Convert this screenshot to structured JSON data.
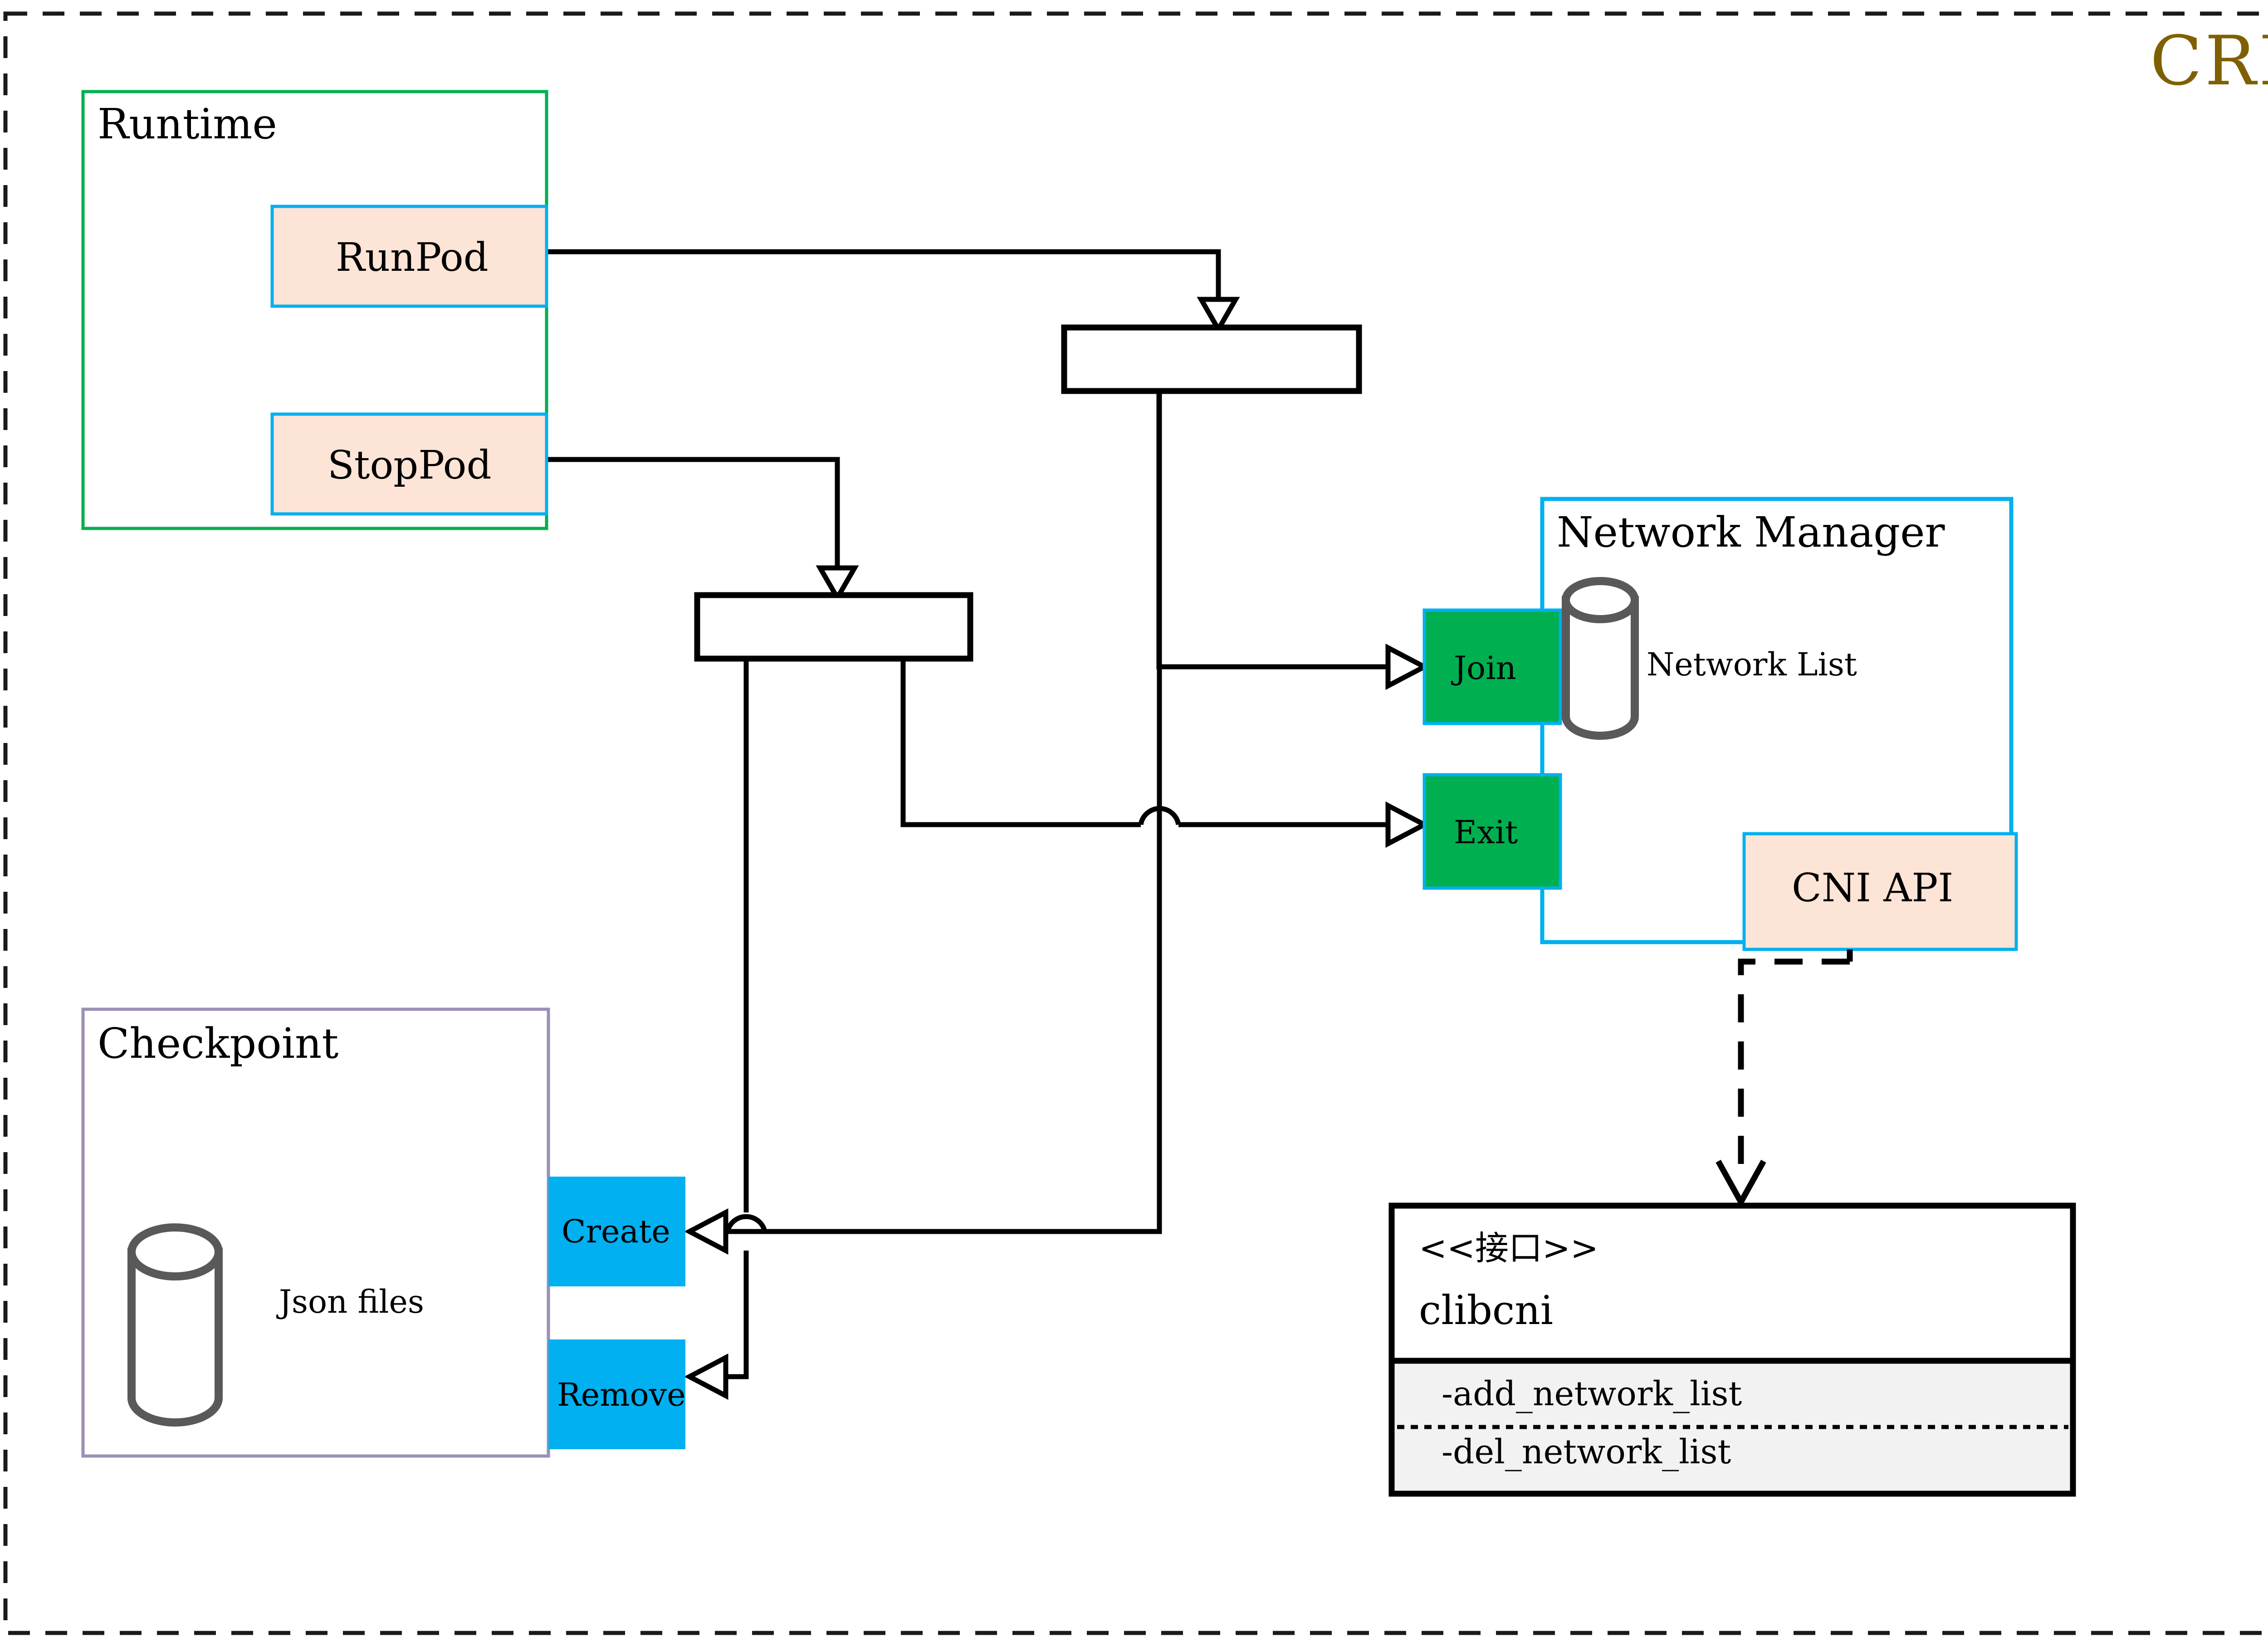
{
  "diagram": {
    "title": "CRI",
    "title_color": "#7f6000",
    "canvas": {
      "border_style": "dashed",
      "border_color": "#000000"
    }
  },
  "groups": [
    {
      "id": "runtime",
      "label": "Runtime",
      "border_color": "#00b050",
      "fill": "#ffffff"
    },
    {
      "id": "checkpoint",
      "label": "Checkpoint",
      "border_color": "#9c8fb5",
      "fill": "#ffffff"
    },
    {
      "id": "network-manager",
      "label": "Network Manager",
      "border_color": "#00b0f0",
      "fill": "#ffffff"
    }
  ],
  "nodes": [
    {
      "id": "runpod",
      "label": "RunPod",
      "fill": "#fce4d6",
      "border_color": "#00b0f0",
      "text_color": "#000000"
    },
    {
      "id": "stoppod",
      "label": "StopPod",
      "fill": "#fce4d6",
      "border_color": "#00b0f0",
      "text_color": "#000000"
    },
    {
      "id": "join",
      "label": "Join",
      "fill": "#00b050",
      "border_color": "#00b0f0",
      "text_color": "#000000"
    },
    {
      "id": "exit",
      "label": "Exit",
      "fill": "#00b050",
      "border_color": "#00b0f0",
      "text_color": "#000000"
    },
    {
      "id": "create",
      "label": "Create",
      "fill": "#00b0f0",
      "border_color": "#00b0f0",
      "text_color": "#000000"
    },
    {
      "id": "remove",
      "label": "Remove",
      "fill": "#00b0f0",
      "border_color": "#00b0f0",
      "text_color": "#000000"
    },
    {
      "id": "cni-api",
      "label": "CNI API",
      "fill": "#fce4d6",
      "border_color": "#00b0f0",
      "text_color": "#000000"
    }
  ],
  "junctions": [
    {
      "id": "fork-upper",
      "label": ""
    },
    {
      "id": "fork-lower",
      "label": ""
    }
  ],
  "datastores": [
    {
      "id": "network-list",
      "label": "Network List",
      "outline_color": "#595959"
    },
    {
      "id": "json-files",
      "label": "Json files",
      "outline_color": "#595959"
    }
  ],
  "interface_box": {
    "stereotype": "<<接口>>",
    "name": "clibcni",
    "methods": [
      "-add_network_list",
      "-del_network_list"
    ],
    "methods_fill": "#f2f2f2",
    "border_color": "#000000"
  },
  "connectors": [
    {
      "from": "runpod",
      "to": "fork-upper",
      "style": "solid",
      "arrow": "hollow-triangle"
    },
    {
      "from": "stoppod",
      "to": "fork-lower",
      "style": "solid",
      "arrow": "hollow-triangle"
    },
    {
      "from": "fork-upper",
      "to": "join",
      "style": "solid",
      "arrow": "hollow-triangle"
    },
    {
      "from": "fork-upper",
      "to": "create",
      "style": "solid",
      "arrow": "hollow-triangle"
    },
    {
      "from": "fork-lower",
      "to": "exit",
      "style": "solid",
      "arrow": "hollow-triangle"
    },
    {
      "from": "fork-lower",
      "to": "remove",
      "style": "solid",
      "arrow": "hollow-triangle"
    },
    {
      "from": "cni-api",
      "to": "clibcni",
      "style": "dashed",
      "arrow": "open-v"
    }
  ]
}
